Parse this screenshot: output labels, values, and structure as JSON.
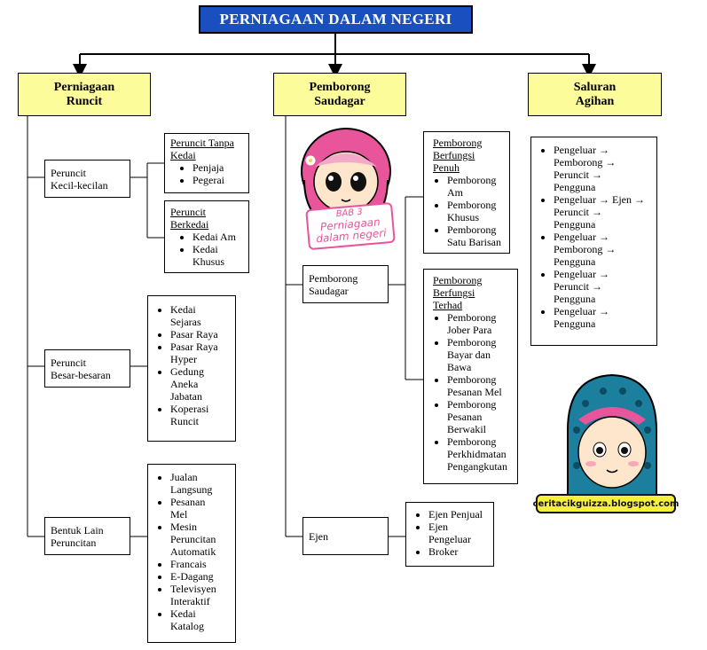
{
  "title": "PERNIAGAAN DALAM NEGERI",
  "headers": {
    "runcit": "Perniagaan\nRuncit",
    "borong": "Pemborong\nSaudagar",
    "agihan": "Saluran\nAgihan"
  },
  "runcit": {
    "kecil_label": "Peruncit\nKecil-kecilan",
    "tanpa_kedai": {
      "title": "Peruncit Tanpa\nKedai",
      "items": [
        "Penjaja",
        "Pegerai"
      ]
    },
    "berkedai": {
      "title": "Peruncit\nBerkedai",
      "items": [
        "Kedai Am",
        "Kedai\nKhusus"
      ]
    },
    "besar_label": "Peruncit\nBesar-besaran",
    "besar_items": [
      "Kedai\nSejaras",
      "Pasar Raya",
      "Pasar Raya\nHyper",
      "Gedung\nAneka\nJabatan",
      "Koperasi\nRuncit"
    ],
    "lain_label": "Bentuk Lain\nPeruncitan",
    "lain_items": [
      "Jualan\nLangsung",
      "Pesanan\nMel",
      "Mesin\nPeruncitan\nAutomatik",
      "Francais",
      "E-Dagang",
      "Televisyen\nInteraktif",
      "Kedai\nKatalog"
    ]
  },
  "borong": {
    "saudagar_label": "Pemborong\nSaudagar",
    "penuh": {
      "title": "Pemborong\nBerfungsi\nPenuh",
      "items": [
        "Pemborong\nAm",
        "Pemborong\nKhusus",
        "Pemborong\nSatu Barisan"
      ]
    },
    "terhad": {
      "title": "Pemborong\nBerfungsi\nTerhad",
      "items": [
        "Pemborong\nJober Para",
        "Pemborong\nBayar dan\nBawa",
        "Pemborong\nPesanan Mel",
        "Pemborong\nPesanan\nBerwakil",
        "Pemborong\nPerkhidmatan\nPengangkutan"
      ]
    },
    "ejen_label": "Ejen",
    "ejen_items": [
      "Ejen Penjual",
      "Ejen\nPengeluar",
      "Broker"
    ]
  },
  "agihan": {
    "items": [
      "Pengeluar →\nPemborong →\nPeruncit →\nPengguna",
      "Pengeluar → Ejen →\nPeruncit →\nPengguna",
      "Pengeluar →\nPemborong →\nPengguna",
      "Pengeluar →\nPeruncit →\nPengguna",
      "Pengeluar →\nPengguna"
    ]
  },
  "sticker": {
    "bab": "BAB 3",
    "line1": "Perniagaan",
    "line2": "dalam negeri"
  },
  "blog": "ceritacikguizza.blogspot.com"
}
